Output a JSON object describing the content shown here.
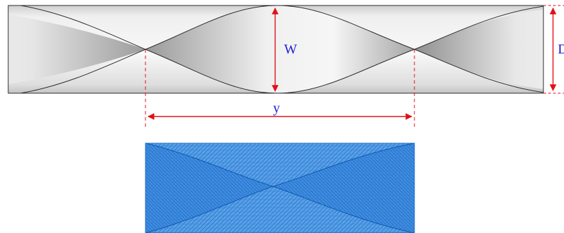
{
  "labels": {
    "width": "W",
    "pitch": "y",
    "diameter": "D"
  },
  "colors": {
    "dimension": "#e0101a",
    "label": "#1f1fd0",
    "mesh": "#2a7fd6",
    "outline": "#2a2a2a"
  }
}
